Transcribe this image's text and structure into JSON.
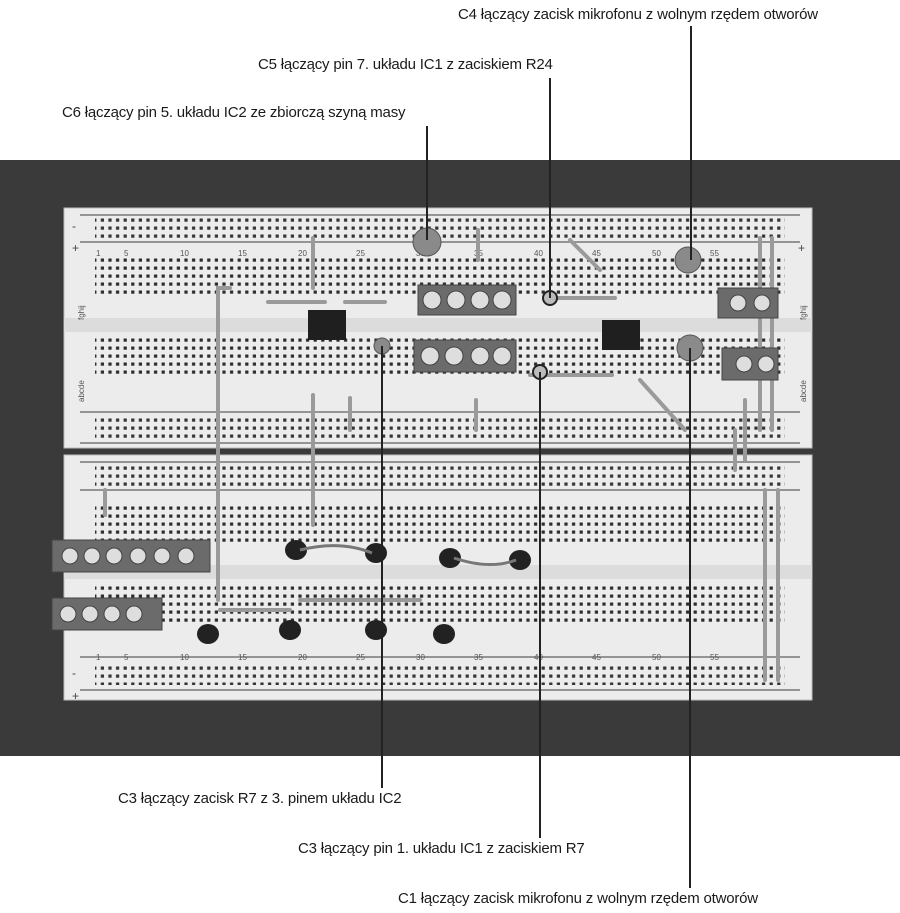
{
  "labels": {
    "c4_top": "C4 łączący zacisk mikrofonu z wolnym rzędem otworów",
    "c5": "C5 łączący pin 7. układu IC1 z zaciskiem R24",
    "c6": "C6 łączący pin 5. układu IC2 ze zbiorczą szyną masy",
    "c3_ic2": "C3 łączący zacisk R7 z 3. pinem układu IC2",
    "c3_ic1": "C3 łączący pin 1. układu IC1 z zaciskiem R7",
    "c1": "C1 łączący zacisk mikrofonu z wolnym rzędem otworów"
  },
  "board": {
    "top_row_letters": "fghij",
    "bottom_row_letters": "abcde",
    "column_numbers": [
      "1",
      "5",
      "10",
      "15",
      "20",
      "25",
      "30",
      "35",
      "40",
      "45",
      "50",
      "55"
    ],
    "rail_plus": "+",
    "rail_minus": "-"
  },
  "colors": {
    "background": "#ffffff",
    "photo_background": "#3a3a3a",
    "board_body": "#e9e9e9",
    "terminal_block": "#6e6e6e",
    "capacitor": "#8a8a8a",
    "transistor": "#222222",
    "wire": "#9a9a9a",
    "leader_line": "#222222"
  }
}
